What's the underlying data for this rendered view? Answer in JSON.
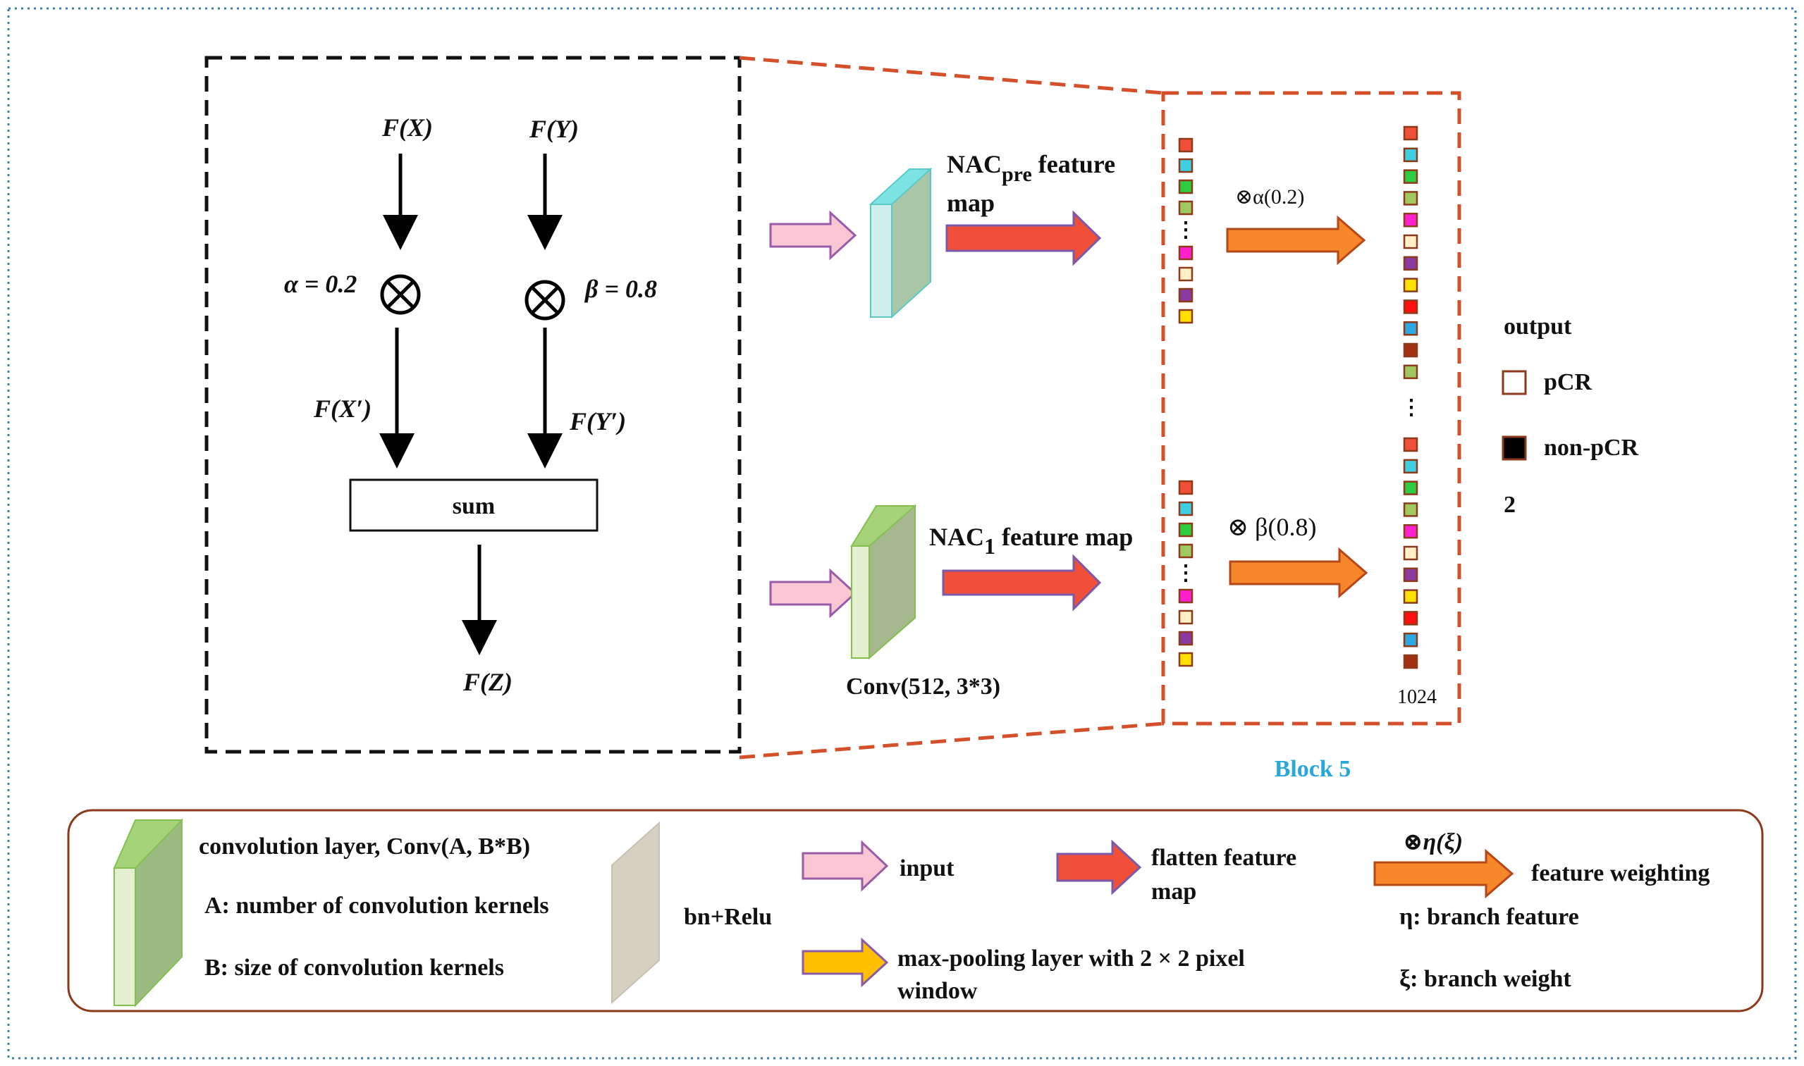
{
  "fusion": {
    "fx": "F(X)",
    "fy": "F(Y)",
    "alpha": "α = 0.2",
    "beta": "β = 0.8",
    "fx_prime": "F(X′)",
    "fy_prime": "F(Y′)",
    "sum": "sum",
    "fz": "F(Z)",
    "otimes": "⊗"
  },
  "block": {
    "nac_pre_base": "NAC",
    "nac_pre_sub": "pre",
    "nac_pre_suffix": " feature",
    "nac_pre_line2": "map",
    "nac1_base": "NAC",
    "nac1_sub": "1",
    "nac1_suffix": " feature map",
    "conv_label": "Conv(512, 3*3)",
    "weight_alpha": "⊗α(0.2)",
    "weight_beta": "⊗ β(0.8)",
    "vector_length": "1024",
    "block_title": "Block 5",
    "dots": "⋮"
  },
  "output": {
    "title": "output",
    "pcr": "pCR",
    "non_pcr": "non-pCR",
    "count": "2"
  },
  "legend": {
    "conv_title": "convolution layer,  Conv(A, B*B)",
    "conv_a": "A: number of convolution kernels",
    "conv_b": "B: size of convolution kernels",
    "bn": "bn+Relu",
    "input": "input",
    "flatten_line1": "flatten feature",
    "flatten_line2": "map",
    "pool_line1": "max-pooling layer with 2 × 2 pixel",
    "pool_line2": "window",
    "weighting_symbol": "⊗η(ξ)",
    "weighting": "feature weighting",
    "eta": "η: branch feature",
    "xi": "ξ: branch weight"
  },
  "colors": {
    "frame_dotted": "#3a7fb0",
    "dashed_red": "#d4502a",
    "legend_border": "#8b3a1a",
    "block_title": "#29a8d8",
    "pink_arrow": "#f9c6d4",
    "pink_stroke": "#9a5ca8",
    "red_arrow": "#f0503a",
    "orange_arrow": "#f8862a",
    "yellow_arrow": "#ffbf00",
    "conv_green": "#9fc87a",
    "conv_cyan": "#7de3e3",
    "bn_gray": "#d6d0c2"
  },
  "feature_colors": {
    "short_column": [
      "#f0503a",
      "#3ecfe0",
      "#2ecc40",
      "#a0c860",
      "#ff20d0",
      "#fff0c8",
      "#8a3aa0",
      "#ffe000"
    ],
    "long_column_top": [
      "#f0503a",
      "#3ecfe0",
      "#2ecc40",
      "#a0c860",
      "#ff20d0",
      "#fff0c8",
      "#8a3aa0",
      "#ffe000",
      "#ff1010",
      "#2ea8e0",
      "#a03010",
      "#a0c860"
    ],
    "long_column_bottom": [
      "#f0503a",
      "#3ecfe0",
      "#2ecc40",
      "#a0c860",
      "#ff20d0",
      "#fff0c8",
      "#8a3aa0",
      "#ffe000",
      "#ff1010",
      "#2ea8e0",
      "#a03010"
    ]
  }
}
